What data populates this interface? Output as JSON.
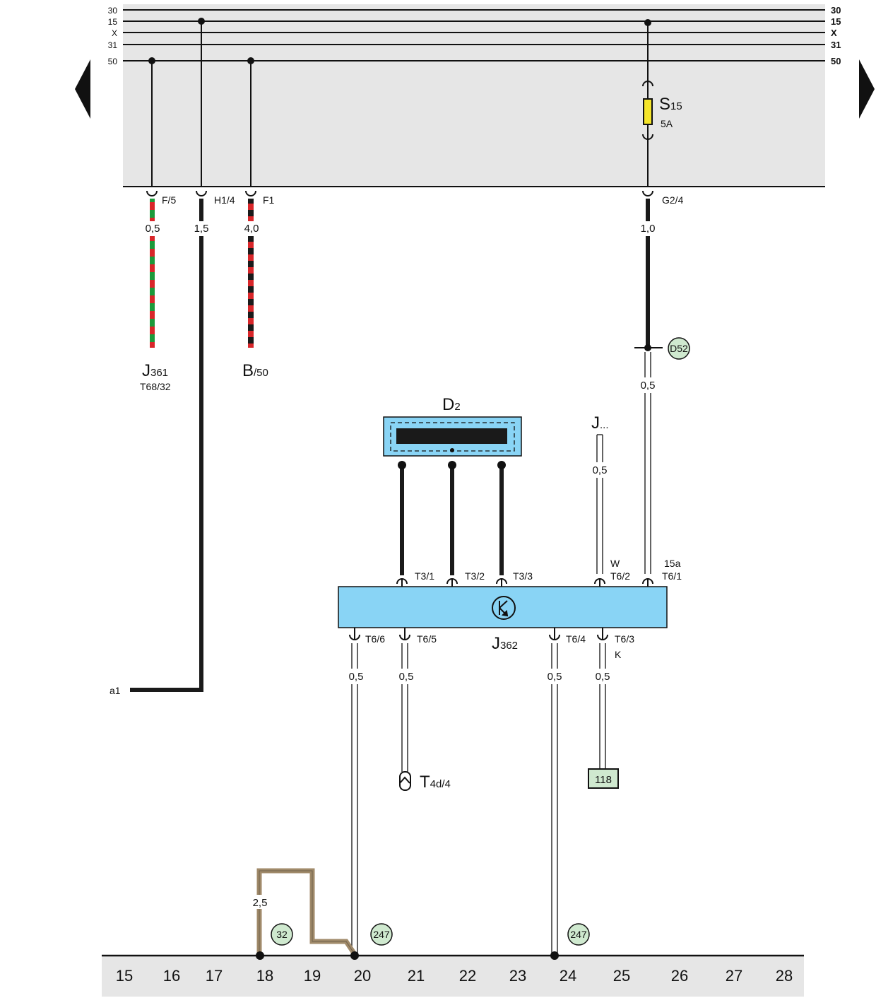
{
  "colors": {
    "panel_grey": "#e6e6e6",
    "module_blue": "#89d4f5",
    "fuse_yellow": "#f5e52a",
    "ground_circle": "#cfe9cf",
    "wire_red": "#d8262a",
    "wire_green": "#1c9a3b",
    "wire_black": "#1a1a1a",
    "wire_brown": "#a08a6a"
  },
  "rails": {
    "left_labels": [
      "30",
      "15",
      "X",
      "31",
      "50"
    ],
    "right_labels": [
      "30",
      "15",
      "X",
      "31",
      "50"
    ]
  },
  "fuse": {
    "name": "S",
    "sub": "15",
    "rating": "5A"
  },
  "connectors": {
    "f5": "F/5",
    "h14": "H1/4",
    "f1": "F1",
    "g24": "G2/4",
    "t31": "T3/1",
    "t32": "T3/2",
    "t33": "T3/3",
    "t62": "T6/2",
    "t62_letter": "W",
    "t61": "T6/1",
    "t61_top": "15a",
    "t66": "T6/6",
    "t65": "T6/5",
    "t64": "T6/4",
    "t63": "T6/3",
    "t63_letter": "K"
  },
  "wire_sizes": {
    "j361": "0,5",
    "h14": "1,5",
    "b50": "4,0",
    "g24": "1,0",
    "d52": "0,5",
    "j_dots": "0,5",
    "t66": "0,5",
    "t65": "0,5",
    "t64": "0,5",
    "t63": "0,5",
    "ground": "2,5"
  },
  "components": {
    "j361": {
      "name": "J",
      "sub": "361",
      "detail": "T68/32"
    },
    "b50": {
      "name": "B",
      "sub": "/50"
    },
    "d2": {
      "name": "D",
      "sub": "2"
    },
    "j_dots": {
      "name": "J",
      "sub": "..."
    },
    "j362": {
      "name": "J",
      "sub": "362"
    },
    "t4d": {
      "name": "T",
      "sub": "4d/4"
    }
  },
  "nodes": {
    "d52": "D52",
    "g32": "32",
    "g247a": "247",
    "g247b": "247",
    "box118": "118"
  },
  "crossref": {
    "a1": "a1"
  },
  "columns": [
    "15",
    "16",
    "17",
    "18",
    "19",
    "20",
    "21",
    "22",
    "23",
    "24",
    "25",
    "26",
    "27",
    "28"
  ]
}
